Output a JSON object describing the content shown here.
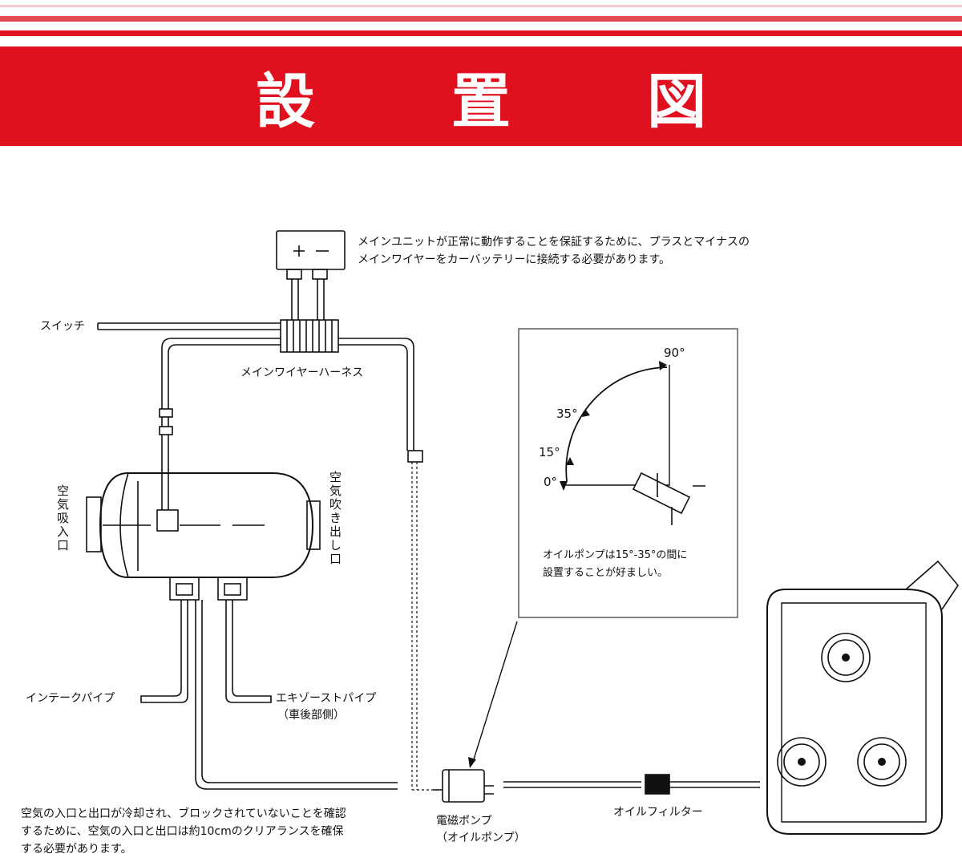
{
  "header": {
    "title": "設置図",
    "color": "#e1101e"
  },
  "battery": {
    "plus": "+",
    "minus": "−"
  },
  "labels": {
    "battery_note_line1": "メインユニットが正常に動作することを保証するために、プラスとマイナスの",
    "battery_note_line2": "メインワイヤーをカーバッテリーに接続する必要があります。",
    "switch": "スイッチ",
    "main_harness": "メインワイヤーハーネス",
    "air_intake": "空気吸入口",
    "air_outlet": "空気吹き出し口",
    "intake_pipe": "インテークパイプ",
    "exhaust_pipe": "エキゾーストパイプ",
    "exhaust_pipe_sub": "（車後部側）",
    "solenoid_pump": "電磁ポンプ",
    "solenoid_pump_sub": "（オイルポンプ）",
    "oil_filter": "オイルフィルター",
    "clearance_line1": "空気の入口と出口が冷却され、ブロックされていないことを確認",
    "clearance_line2": "するために、空気の入口と出口は約10cmのクリアランスを確保",
    "clearance_line3": "する必要があります。"
  },
  "angle_inset": {
    "angles": [
      "0°",
      "15°",
      "35°",
      "90°"
    ],
    "note_line1": "オイルポンプは15°-35°の間に",
    "note_line2": "設置することが好ましい。"
  }
}
